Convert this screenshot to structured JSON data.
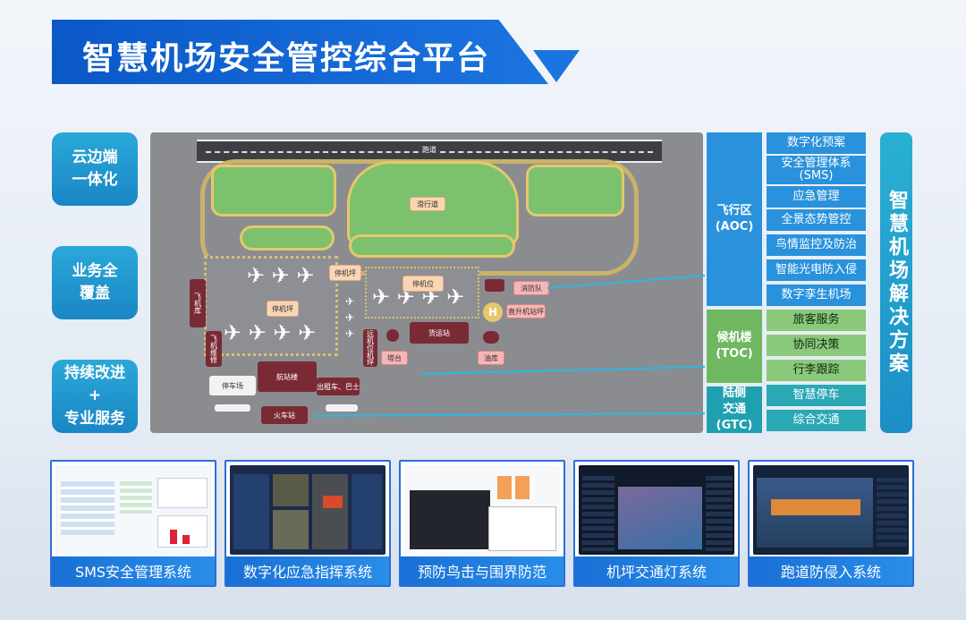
{
  "title": "智慧机场安全管控综合平台",
  "left_pills": [
    "云边端\n一体化",
    "业务全\n覆盖",
    "持续改进\n+\n专业服务"
  ],
  "map": {
    "runway_label": "跑道",
    "taxiway": "滑行道",
    "apron_left": "停机坪",
    "apron_mid": "停机坪",
    "stand": "停机位",
    "fire": "消防队",
    "heliport": "直升机站坪",
    "heli_symbol": "H",
    "hangar": "飞机库",
    "maint": "飞机维修",
    "remote": "远机位机坪",
    "freight": "货运站",
    "tower": "塔台",
    "fuel": "油库",
    "terminal": "航站楼",
    "parking": "停车场",
    "taxi_bus": "出租车、巴士",
    "train": "火车站"
  },
  "zones": [
    {
      "name": "飞行区\n(AOC)",
      "color": "#2a92dc",
      "items": [
        "数字化预案",
        "安全管理体系\n(SMS)",
        "应急管理",
        "全景态势管控",
        "鸟情监控及防治",
        "智能光电防入侵",
        "数字孪生机场"
      ]
    },
    {
      "name": "候机楼\n(TOC)",
      "color": "#6fb861",
      "items": [
        "旅客服务",
        "协同决策",
        "行李跟踪"
      ]
    },
    {
      "name": "陆侧\n交通\n(GTC)",
      "color": "#1fa0b0",
      "items": [
        "智慧停车",
        "综合交通"
      ]
    }
  ],
  "solution": "智慧机场解决方案",
  "systems": [
    "SMS安全管理系统",
    "数字化应急指挥系统",
    "预防鸟击与围界防范",
    "机坪交通灯系统",
    "跑道防侵入系统"
  ]
}
